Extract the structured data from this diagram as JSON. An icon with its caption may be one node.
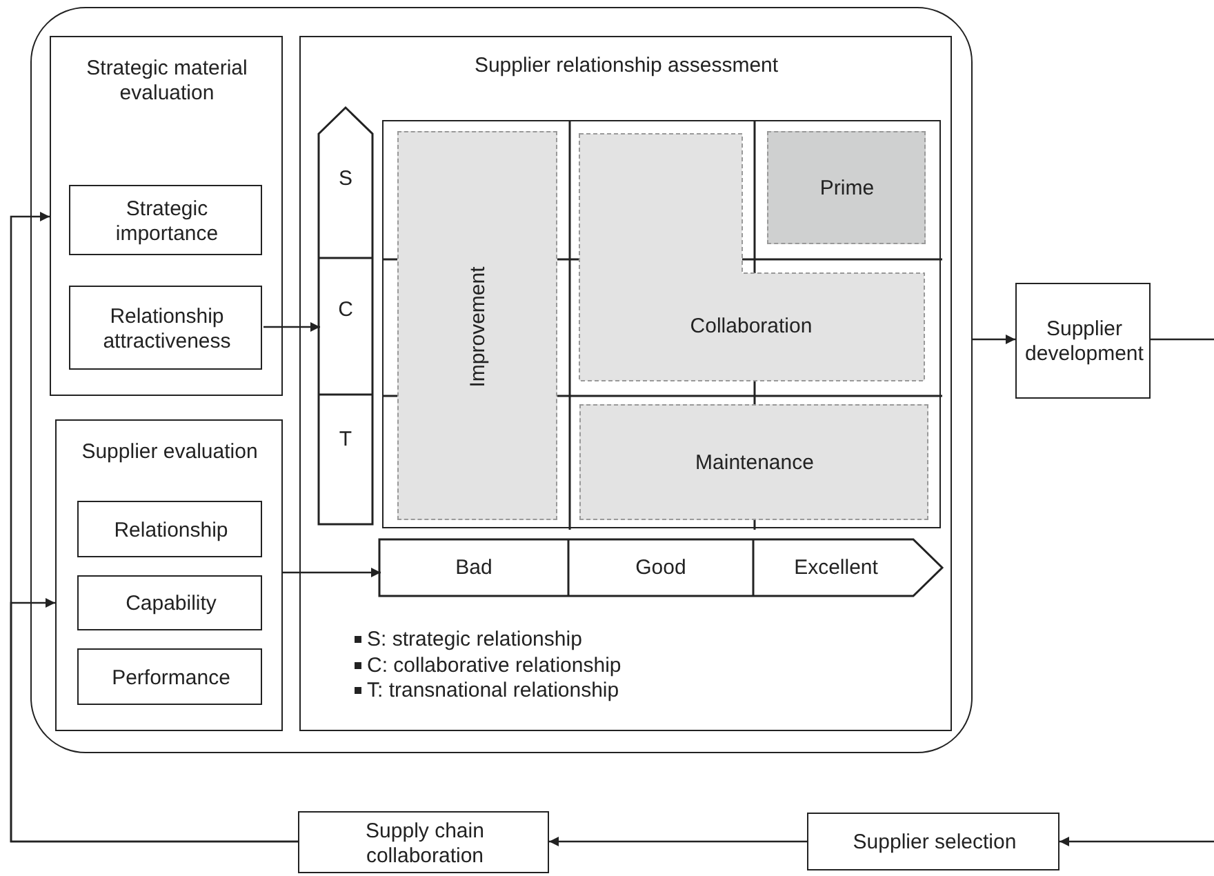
{
  "diagram": {
    "nodes": [
      {
        "text": [],
        "shape": "box"
      },
      {
        "text": [
          "Strategic material evaluation"
        ],
        "in": 0
      },
      {
        "text": [
          "Strategic importance"
        ],
        "in": 1
      },
      {
        "text": [
          "Relationship attractiveness"
        ],
        "in": 1
      },
      {
        "text": [
          "Supplier evaluation"
        ],
        "in": 0
      },
      {
        "text": [
          "Relationship"
        ],
        "in": 4
      },
      {
        "text": [
          "Capability"
        ],
        "in": 4
      },
      {
        "text": [
          "Performance"
        ],
        "in": 4
      },
      {
        "text": [
          "Supplier relationship assessment"
        ],
        "in": 0
      },
      {
        "text": [
          "S",
          "C",
          "T"
        ],
        "in": 8
      },
      {
        "text": [
          "Bad",
          "Good",
          "Excellent"
        ],
        "in": 8
      },
      {
        "text": [],
        "shape": "box",
        "in": 8
      },
      {
        "text": [
          "Improvement"
        ],
        "in": 11
      },
      {
        "text": [
          "Collaboration"
        ],
        "in": 11
      },
      {
        "text": [
          "Prime"
        ],
        "in": 11
      },
      {
        "text": [
          "Maintenance"
        ],
        "in": 11
      },
      {
        "text": [
          "Supplier development"
        ]
      },
      {
        "text": [
          "Supply chain collaboration"
        ]
      },
      {
        "text": [
          "Supplier selection"
        ]
      }
    ],
    "edges": [
      {
        "from": 3,
        "to": 9,
        "arrow": "to"
      },
      {
        "from": 4,
        "to": 10,
        "arrow": "to"
      },
      {
        "from": 0,
        "to": 16,
        "arrow": "to"
      },
      {
        "from": 16,
        "to": null,
        "arrow": "none"
      },
      {
        "from": null,
        "to": 18,
        "arrow": "to"
      },
      {
        "from": 18,
        "to": 17,
        "arrow": "to"
      },
      {
        "from": 17,
        "to": 1,
        "arrow": "to"
      },
      {
        "from": 17,
        "to": 4,
        "arrow": "to"
      }
    ],
    "labels": [
      "S: strategic relationship",
      "C: collaborative relationship",
      "T: transnational relationship"
    ]
  }
}
